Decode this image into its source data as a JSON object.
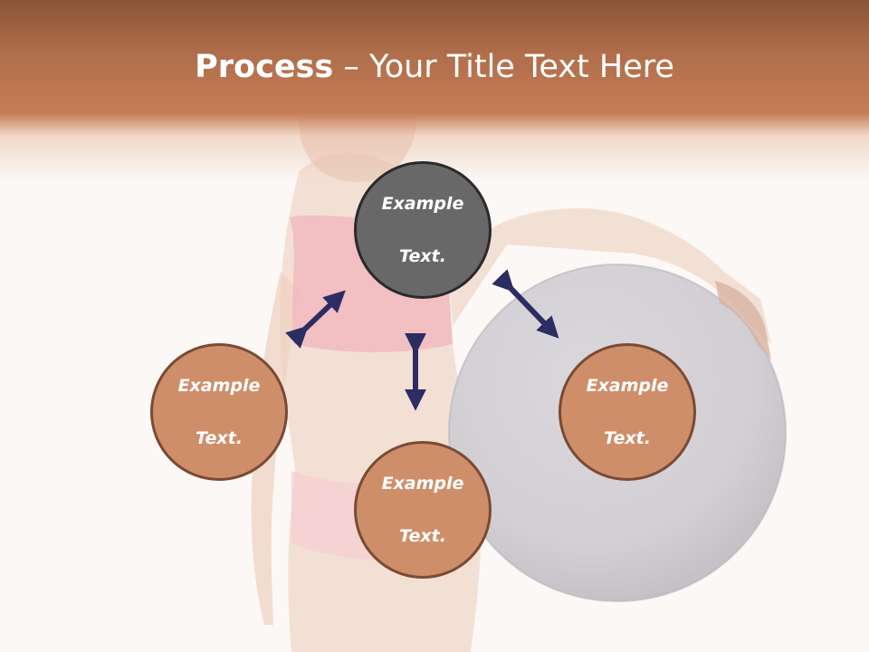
{
  "slide": {
    "title_bold": "Process",
    "title_separator": " – ",
    "title_rest": "Your Title Text Here"
  },
  "nodes": {
    "center": {
      "line1": "Example",
      "line2": "Text."
    },
    "left": {
      "line1": "Example",
      "line2": "Text."
    },
    "right": {
      "line1": "Example",
      "line2": "Text."
    },
    "bottom": {
      "line1": "Example",
      "line2": "Text."
    }
  },
  "colors": {
    "title_band": "#b06e4b",
    "center_fill": "#686868",
    "orange_fill": "#cf8e6a",
    "arrow": "#2b2d63"
  }
}
